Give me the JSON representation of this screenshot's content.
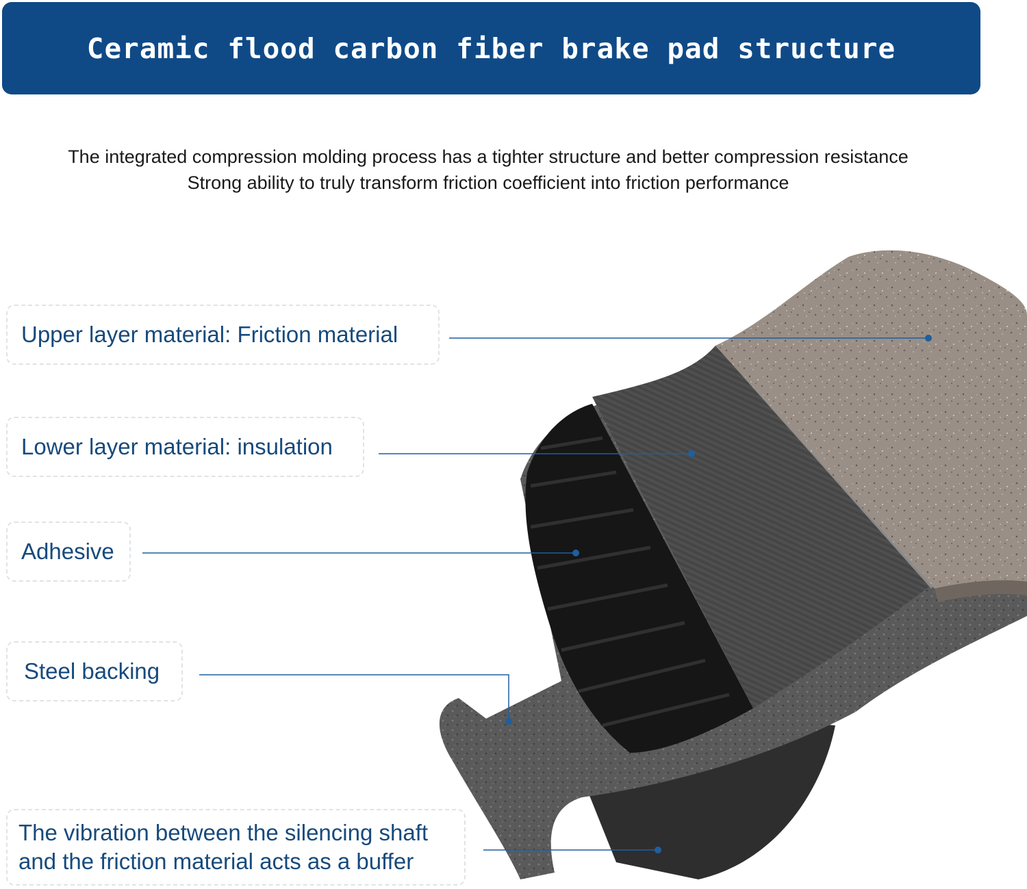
{
  "header": {
    "title": "Ceramic flood carbon fiber brake pad structure"
  },
  "intro": {
    "line1": "The integrated compression molding process has a tighter structure and better compression resistance",
    "line2": "Strong ability to truly transform friction coefficient into friction performance"
  },
  "callouts": [
    {
      "label": "Upper layer material: Friction material"
    },
    {
      "label": "Lower layer material: insulation"
    },
    {
      "label": "Adhesive"
    },
    {
      "label": "Steel backing"
    },
    {
      "label_line1": "The vibration between the silencing shaft",
      "label_line2": "and the friction material acts as a buffer"
    }
  ],
  "colors": {
    "banner_bg": "#0f4a87",
    "label_text": "#174a7c",
    "leader_line": "#1f5fa0"
  }
}
